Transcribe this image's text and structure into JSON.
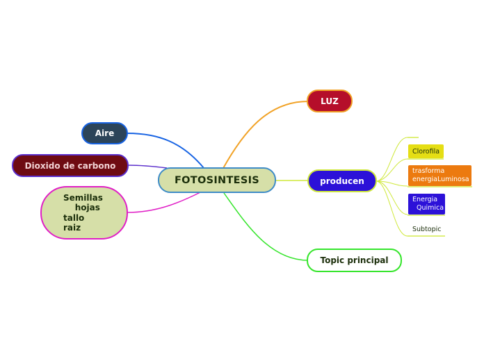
{
  "central": {
    "label": "FOTOSINTESIS",
    "fill": "#d6dfa8",
    "border": "#3d8bc7"
  },
  "branches": {
    "luz": {
      "label": "LUZ",
      "fill": "#b50e2a",
      "border": "#f1a226"
    },
    "aire": {
      "label": "Aire",
      "fill": "#2c4459",
      "border": "#1763e3"
    },
    "dioxido": {
      "label": "Dioxido de carbono",
      "fill": "#6e0b12",
      "border": "#5b2ecc"
    },
    "semillas": {
      "lines": [
        "Semillas",
        "    hojas",
        "tallo",
        "raiz"
      ],
      "fill": "#d6dfa8",
      "border": "#e01ec6"
    },
    "producen": {
      "label": "producen",
      "fill": "#2c11d8",
      "border": "#cfe83a"
    },
    "topic": {
      "label": "Topic principal",
      "fill": "#ffffff",
      "border": "#35e52b"
    }
  },
  "subtopics": {
    "clorofila": {
      "label": "Clorofila",
      "fill": "#e5de14"
    },
    "trasforma": {
      "lines": [
        "trasforma",
        "energiaLuminosa"
      ],
      "fill": "#ec7a0f"
    },
    "energia": {
      "lines": [
        "Energia",
        "  Quimica"
      ],
      "fill": "#2c11d8"
    },
    "subtopic": {
      "label": "Subtopic"
    }
  },
  "connector_colors": {
    "luz": "#f1a226",
    "aire": "#1763e3",
    "dioxido": "#5b2ecc",
    "semillas": "#e01ec6",
    "producen": "#cfe83a",
    "topic": "#35e52b"
  }
}
